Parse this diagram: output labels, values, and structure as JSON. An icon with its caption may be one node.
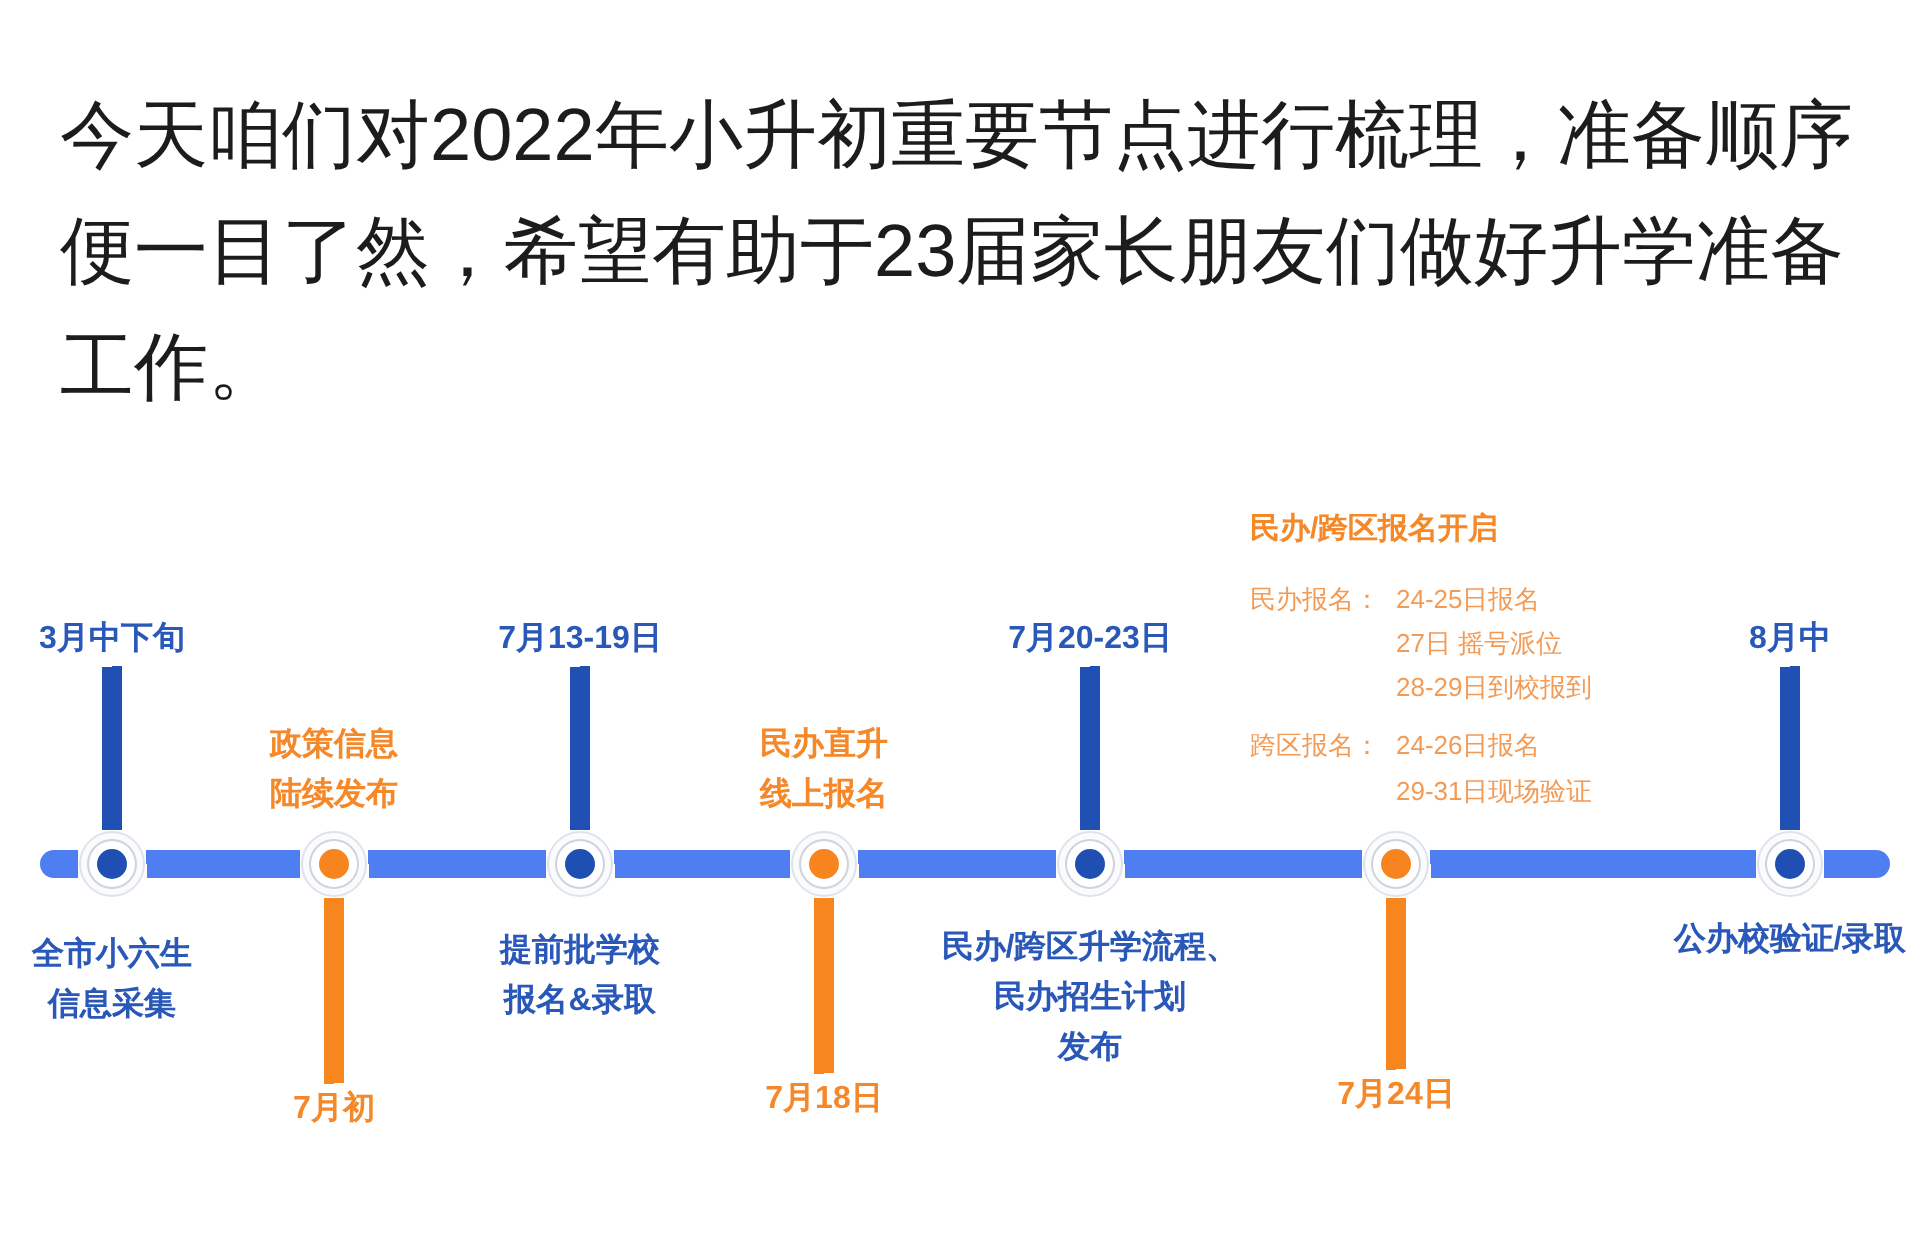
{
  "diagram": {
    "title": "今天咱们对2022年小升初重要节点进行梳理，准备顺序便一目了然，希望有助于23届家长朋友们做好升学准备工作。",
    "nodes": [
      {
        "text": [],
        "shape": "circle",
        "beside": [
          "全市小六生信息采集"
        ]
      },
      {
        "text": [],
        "shape": "circle",
        "beside": [
          "政策信息陆续发布"
        ]
      },
      {
        "text": [],
        "shape": "circle",
        "beside": [
          "提前批学校报名&录取"
        ]
      },
      {
        "text": [],
        "shape": "circle",
        "beside": [
          "民办直升线上报名"
        ]
      },
      {
        "text": [],
        "shape": "circle",
        "beside": [
          "民办/跨区升学流程、民办招生计划发布"
        ]
      },
      {
        "text": [],
        "shape": "circle",
        "beside": [
          "民办/跨区报名开启",
          "民办报名：",
          "24-25日报名",
          "27日 摇号派位",
          "28-29日到校报到",
          "跨区报名：",
          "24-26日报名",
          "29-31日现场验证"
        ]
      },
      {
        "text": [],
        "shape": "circle",
        "beside": [
          "公办校验证/录取"
        ]
      },
      {
        "text": [
          "3月中下旬"
        ]
      },
      {
        "text": [
          "7月初"
        ]
      },
      {
        "text": [
          "7月13-19日"
        ]
      },
      {
        "text": [
          "7月18日"
        ]
      },
      {
        "text": [
          "7月20-23日"
        ]
      },
      {
        "text": [
          "7月24日"
        ]
      },
      {
        "text": [
          "8月中"
        ]
      }
    ],
    "edges": [
      {
        "from": 0,
        "to": 1,
        "arrow": "none"
      },
      {
        "from": 1,
        "to": 2,
        "arrow": "none"
      },
      {
        "from": 2,
        "to": 3,
        "arrow": "none"
      },
      {
        "from": 3,
        "to": 4,
        "arrow": "none"
      },
      {
        "from": 4,
        "to": 5,
        "arrow": "none"
      },
      {
        "from": 5,
        "to": 6,
        "arrow": "none"
      },
      {
        "from": 7,
        "to": 0,
        "arrow": "none",
        "color": "#2150b5"
      },
      {
        "from": 8,
        "to": 1,
        "arrow": "none",
        "color": "#f7861f"
      },
      {
        "from": 9,
        "to": 2,
        "arrow": "none",
        "color": "#2150b5"
      },
      {
        "from": 10,
        "to": 3,
        "arrow": "none",
        "color": "#f7861f"
      },
      {
        "from": 11,
        "to": 4,
        "arrow": "none",
        "color": "#2150b5"
      },
      {
        "from": 12,
        "to": 5,
        "arrow": "none",
        "color": "#f7861f"
      },
      {
        "from": 13,
        "to": 6,
        "arrow": "none",
        "color": "#2150b5"
      }
    ]
  }
}
